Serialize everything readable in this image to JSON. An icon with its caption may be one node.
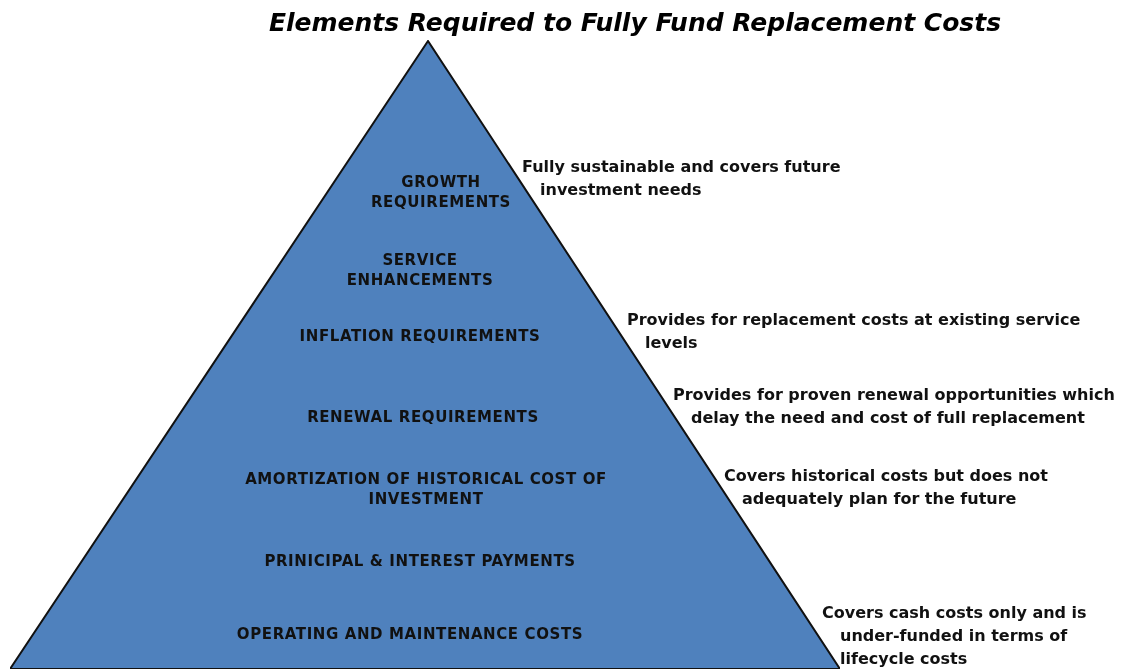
{
  "diagram": {
    "title": "Elements Required to Fully Fund Replacement Costs",
    "nodes": [
      {
        "text": [
          "GROWTH REQUIREMENTS",
          "SERVICE ENHANCEMENTS",
          "INFLATION REQUIREMENTS",
          "RENEWAL REQUIREMENTS",
          "AMORTIZATION OF HISTORICAL COST OF INVESTMENT",
          "PRINICIPAL & INTEREST PAYMENTS",
          "OPERATING AND MAINTENANCE COSTS"
        ],
        "beside": [
          "Fully sustainable and covers future investment needs",
          "Provides for replacement costs at existing service levels",
          "Provides for proven renewal opportunities which delay the need and cost of full replacement",
          "Covers historical costs but does not adequately plan for the future",
          "Covers cash costs only and is under-funded in terms of lifecycle costs"
        ]
      }
    ],
    "edges": []
  }
}
